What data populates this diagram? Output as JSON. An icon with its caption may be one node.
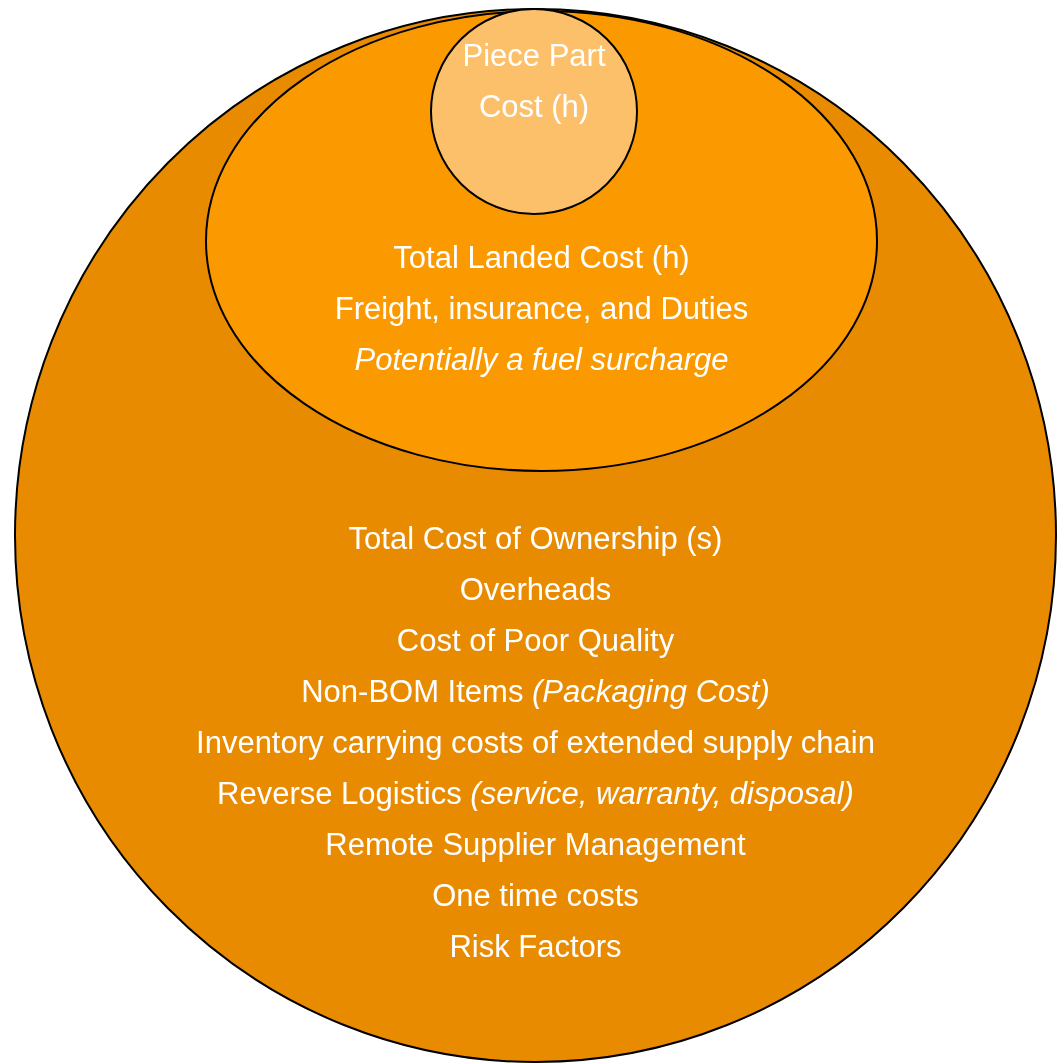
{
  "diagram": {
    "nodes": [
      {
        "text": [
          "Total Cost of Ownership (s)",
          "Overheads",
          "Cost of Poor Quality",
          "Non-BOM Items *(Packaging Cost)*",
          "Inventory carrying costs of extended supply chain",
          "Reverse Logistics *(service, warranty, disposal)*",
          "Remote Supplier Management",
          "One time costs",
          "Risk Factors"
        ]
      },
      {
        "text": [
          "Total Landed Cost (h)",
          "Freight, insurance, and Duties",
          "Potentially a fuel surcharge"
        ],
        "in": 0
      },
      {
        "text": [
          "Piece Part Cost (h)"
        ],
        "in": 1
      }
    ]
  }
}
